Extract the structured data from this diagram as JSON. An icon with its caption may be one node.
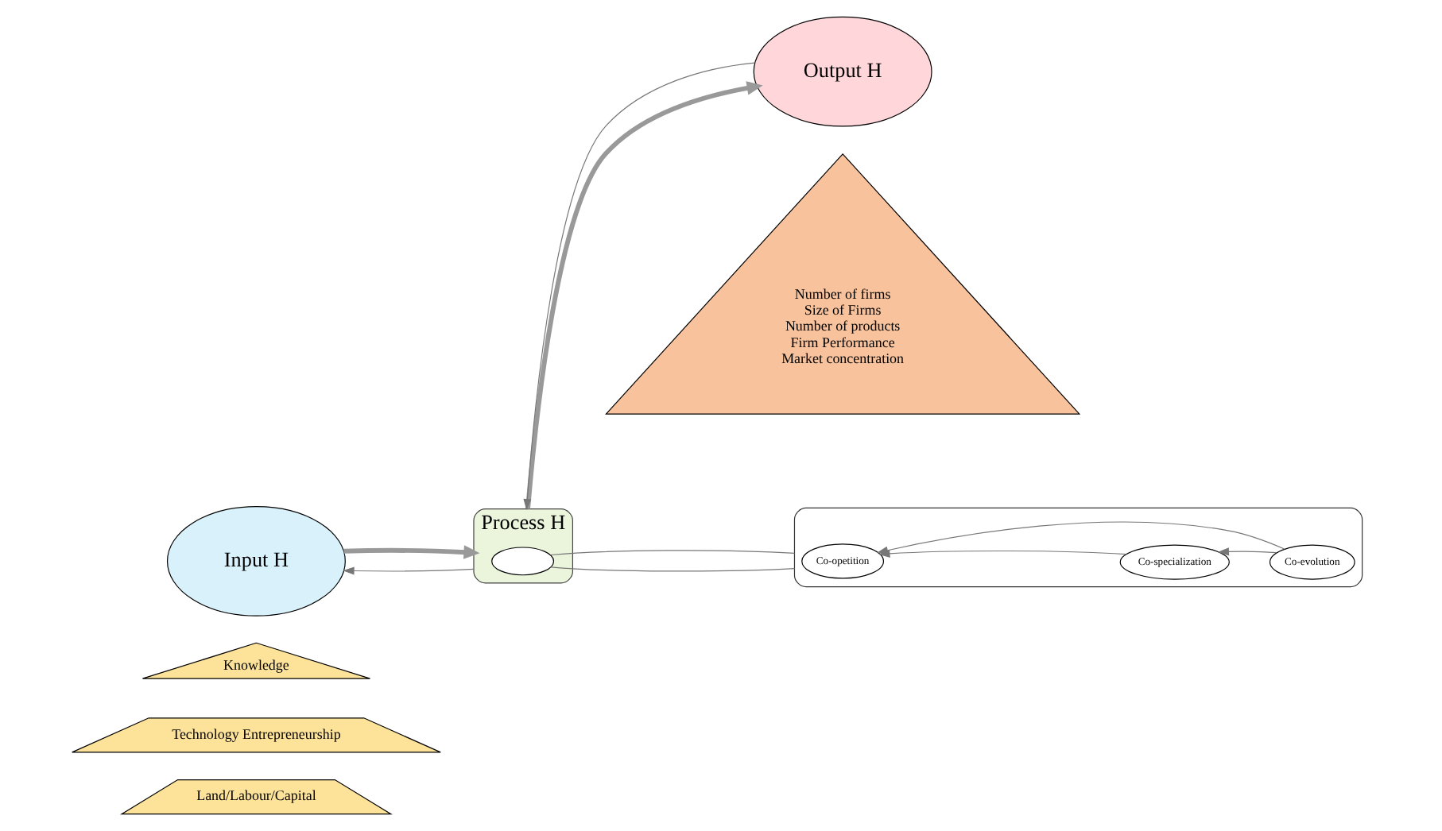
{
  "diagram": {
    "nodes": [
      {
        "text": [
          "Input H"
        ]
      },
      {
        "text": [
          "Process H"
        ]
      },
      {
        "text": [
          "Output H"
        ]
      },
      {
        "text": [],
        "shape": "ellipse",
        "in": 1
      },
      {
        "text": [],
        "shape": "ellipse"
      },
      {
        "text": [
          "Co-opetition"
        ],
        "in": 4
      },
      {
        "text": [
          "Co-specialization"
        ],
        "in": 4
      },
      {
        "text": [
          "Co-evolution"
        ],
        "in": 4
      },
      {
        "text": [
          "Knowledge"
        ]
      },
      {
        "text": [
          "Technology Entrepreneurship"
        ]
      },
      {
        "text": [
          "Land/Labour/Capital"
        ]
      },
      {
        "text": [
          "Number of firms",
          "Size of Firms",
          "Number of products",
          "Firm Performance",
          "Market concentration"
        ]
      }
    ],
    "edges": [
      {
        "from": 0,
        "to": 1,
        "arrow": "to",
        "style": "thick"
      },
      {
        "from": 1,
        "to": 2,
        "arrow": "to",
        "style": "thick"
      },
      {
        "from": 1,
        "to": 0,
        "arrow": "to"
      },
      {
        "from": 2,
        "to": 1,
        "arrow": "to"
      },
      {
        "from": 3,
        "to": 4,
        "arrow": "none"
      },
      {
        "from": 3,
        "to": 4,
        "arrow": "none"
      },
      {
        "from": 6,
        "to": 5,
        "arrow": "to"
      },
      {
        "from": 7,
        "to": 6,
        "arrow": "to"
      },
      {
        "from": 7,
        "to": 5,
        "arrow": "to"
      }
    ]
  }
}
